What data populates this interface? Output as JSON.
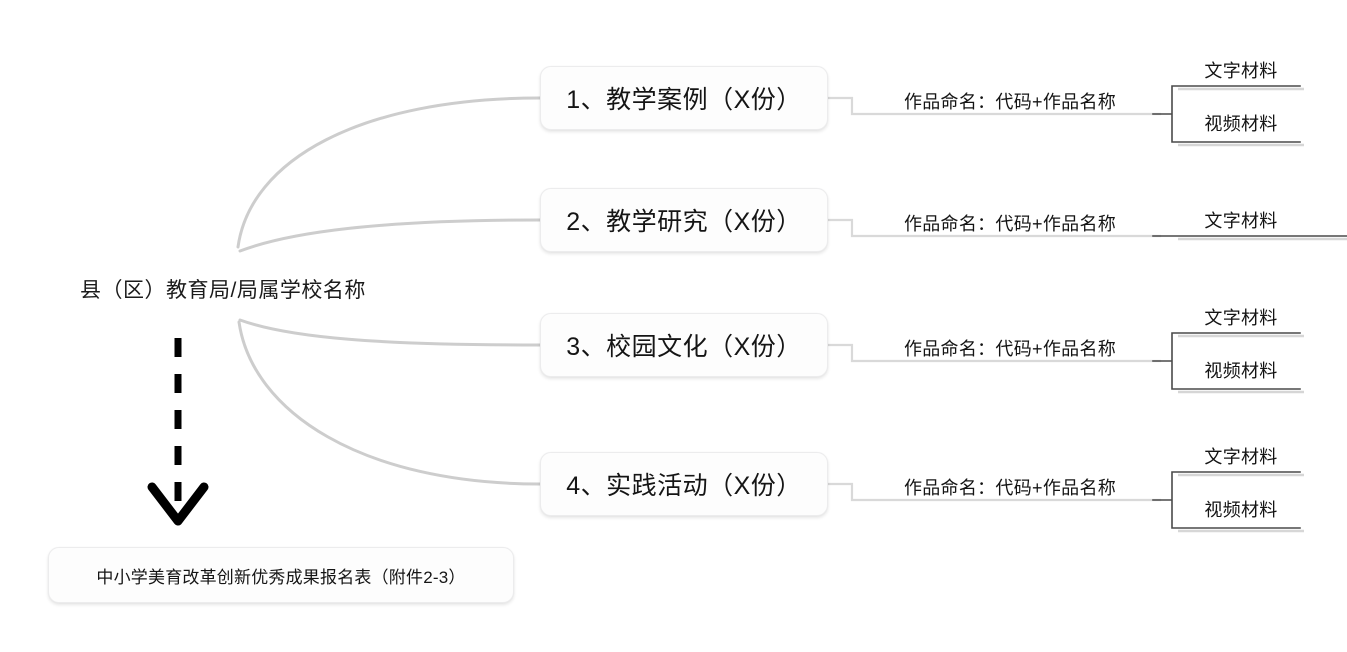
{
  "diagram": {
    "type": "mindmap-tree",
    "root": {
      "label": "县（区）教育局/局属学校名称"
    },
    "submission_form": {
      "label": "中小学美育改革创新优秀成果报名表（附件2-3）",
      "connector": "dashed-down-arrow"
    },
    "branches": [
      {
        "index": "1",
        "label": "1、教学案例（X份）",
        "naming": "作品命名：代码+作品名称",
        "materials": [
          "文字材料",
          "视频材料"
        ]
      },
      {
        "index": "2",
        "label": "2、教学研究（X份）",
        "naming": "作品命名：代码+作品名称",
        "materials": [
          "文字材料"
        ]
      },
      {
        "index": "3",
        "label": "3、校园文化（X份）",
        "naming": "作品命名：代码+作品名称",
        "materials": [
          "文字材料",
          "视频材料"
        ]
      },
      {
        "index": "4",
        "label": "4、实践活动（X份）",
        "naming": "作品命名：代码+作品名称",
        "materials": [
          "文字材料",
          "视频材料"
        ]
      }
    ],
    "colors": {
      "background": "#ffffff",
      "text": "#151515",
      "branch_curve": "#cdcdcd",
      "connector_line": "#d7d7d7",
      "card_border": "#ececed",
      "card_fill": "#fdfdfd",
      "arrow": "#000000"
    }
  }
}
